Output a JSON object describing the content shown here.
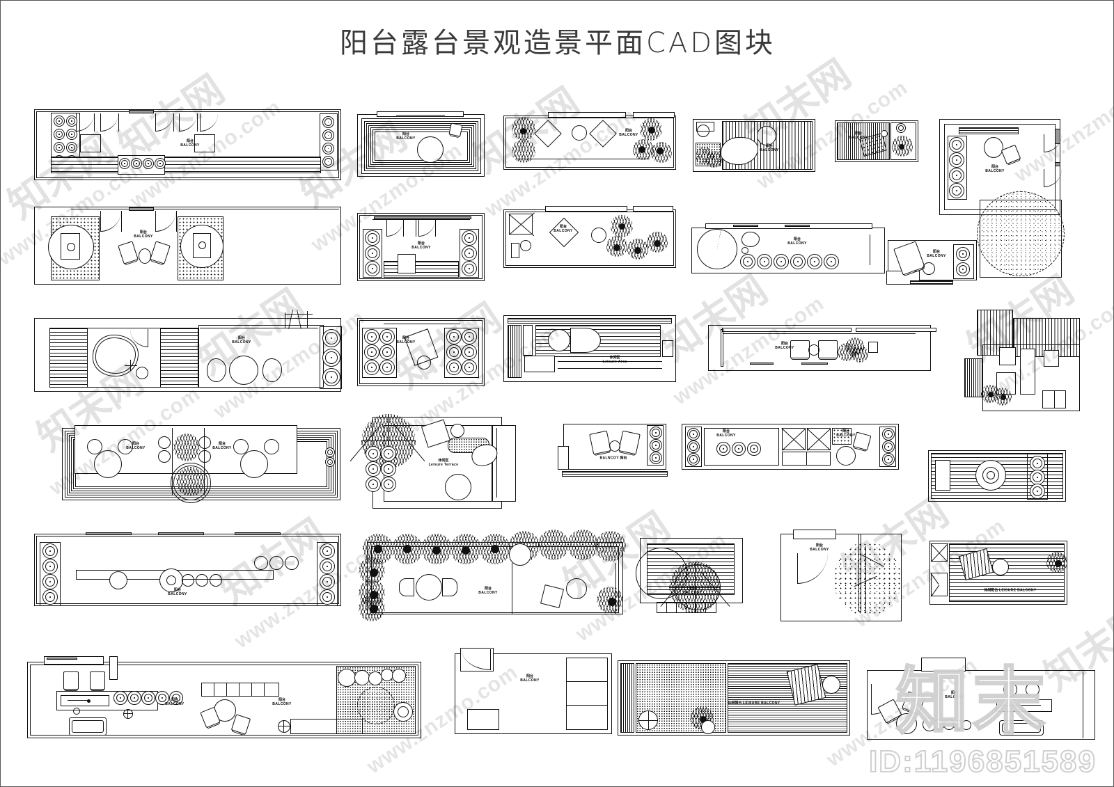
{
  "page": {
    "title": "阳台露台景观造景平面CAD图块",
    "watermark_url": "www.znzmo.com",
    "watermark_cn": "知末网",
    "watermark_logo": "知末",
    "asset_id": "ID:1196851589",
    "background": "#ffffff",
    "line_color": "#111111",
    "title_color": "#3a3a3a"
  },
  "labels": {
    "balcony_cn": "阳台",
    "balcony_en": "BALCONY",
    "balcony_en_alt": "BALNCOY",
    "leisure_area_cn": "休闲区",
    "leisure_area_en": "Leisure Area",
    "leisure_terrace_cn": "休闲区",
    "leisure_terrace_en": "Leisure Terrace",
    "leisure_balcony_cn": "休闲阳台",
    "leisure_balcony_en": "LEISURE BALCONY"
  },
  "blocks": [
    {
      "id": "r1c1",
      "row": 1,
      "name": "long-balcony-with-planter-rows"
    },
    {
      "id": "r1c2",
      "row": 1,
      "name": "balcony-with-round-table"
    },
    {
      "id": "r1c3",
      "row": 1,
      "name": "balcony-with-diamond-loungers"
    },
    {
      "id": "r1c4",
      "row": 1,
      "name": "slatted-deck-balcony"
    },
    {
      "id": "r1c5",
      "row": 1,
      "name": "small-planted-balcony"
    },
    {
      "id": "r1c6",
      "row": 1,
      "name": "corner-balcony-with-tree"
    },
    {
      "id": "r2c1",
      "row": 2,
      "name": "double-gravel-balcony"
    },
    {
      "id": "r2c2",
      "row": 2,
      "name": "balcony-with-side-planters"
    },
    {
      "id": "r2c3",
      "row": 2,
      "name": "balcony-with-shrubs-and-seats"
    },
    {
      "id": "r2c4",
      "row": 2,
      "name": "balcony-with-umbrella-and-pots"
    },
    {
      "id": "r2c5",
      "row": 2,
      "name": "balcony-with-lounger"
    },
    {
      "id": "r3c1",
      "row": 3,
      "name": "balcony-with-pool-and-seating"
    },
    {
      "id": "r3c2",
      "row": 3,
      "name": "balcony-with-daybed"
    },
    {
      "id": "r3c3",
      "row": 3,
      "name": "leisure-area-plan"
    },
    {
      "id": "r3c4",
      "row": 3,
      "name": "long-balcony-two-armchairs"
    },
    {
      "id": "r3c5",
      "row": 3,
      "name": "terrace-with-vertical-decking"
    },
    {
      "id": "r4c1",
      "row": 4,
      "name": "twin-balcony-with-circle-tables"
    },
    {
      "id": "r4c2",
      "row": 4,
      "name": "leisure-terrace-with-tree"
    },
    {
      "id": "r4c3",
      "row": 4,
      "name": "balcony-two-chairs-label-right"
    },
    {
      "id": "r4c4",
      "row": 4,
      "name": "balcony-with-grid-modules"
    },
    {
      "id": "r4c5",
      "row": 4,
      "name": "striped-deck-with-pots"
    },
    {
      "id": "r5c1",
      "row": 5,
      "name": "long-balcony-bar-counter"
    },
    {
      "id": "r5c2",
      "row": 5,
      "name": "planted-edge-terrace"
    },
    {
      "id": "r5c3",
      "row": 5,
      "name": "terrace-with-radial-umbrella"
    },
    {
      "id": "r5c4",
      "row": 5,
      "name": "balcony-with-tree-planting"
    },
    {
      "id": "r5c5",
      "row": 5,
      "name": "leisure-balcony-lounger"
    },
    {
      "id": "r6c1",
      "row": 6,
      "name": "wide-apartment-balcony-suite"
    },
    {
      "id": "r6c2",
      "row": 6,
      "name": "balcony-with-storage-units"
    },
    {
      "id": "r6c3",
      "row": 6,
      "name": "leisure-balcony-gravel-deck"
    },
    {
      "id": "r6c4",
      "row": 6,
      "name": "balcony-with-sofa-and-chairs"
    }
  ]
}
